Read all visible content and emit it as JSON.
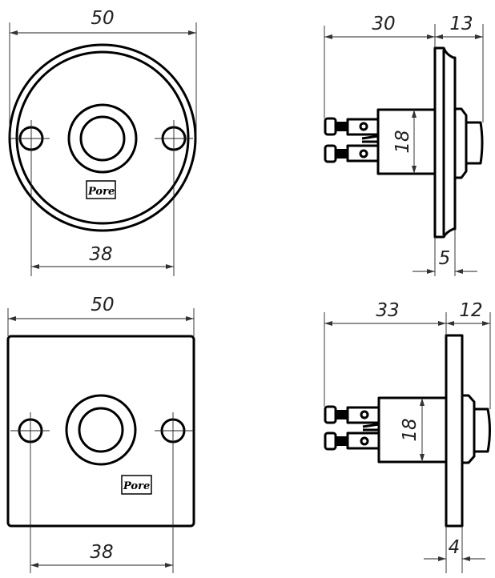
{
  "drawing": {
    "views": {
      "round_front": {
        "dim_overall": "50",
        "dim_holes": "38",
        "logo": "Pore"
      },
      "round_side": {
        "dim_body": "30",
        "dim_front": "13",
        "dim_plate": "5",
        "dim_height": "18"
      },
      "square_front": {
        "dim_overall": "50",
        "dim_holes": "38",
        "logo": "Pore"
      },
      "square_side": {
        "dim_body": "33",
        "dim_front": "12",
        "dim_plate": "4",
        "dim_height": "18"
      }
    },
    "colors": {
      "line": "#000000",
      "dimension": "#222222",
      "background": "#ffffff"
    }
  }
}
